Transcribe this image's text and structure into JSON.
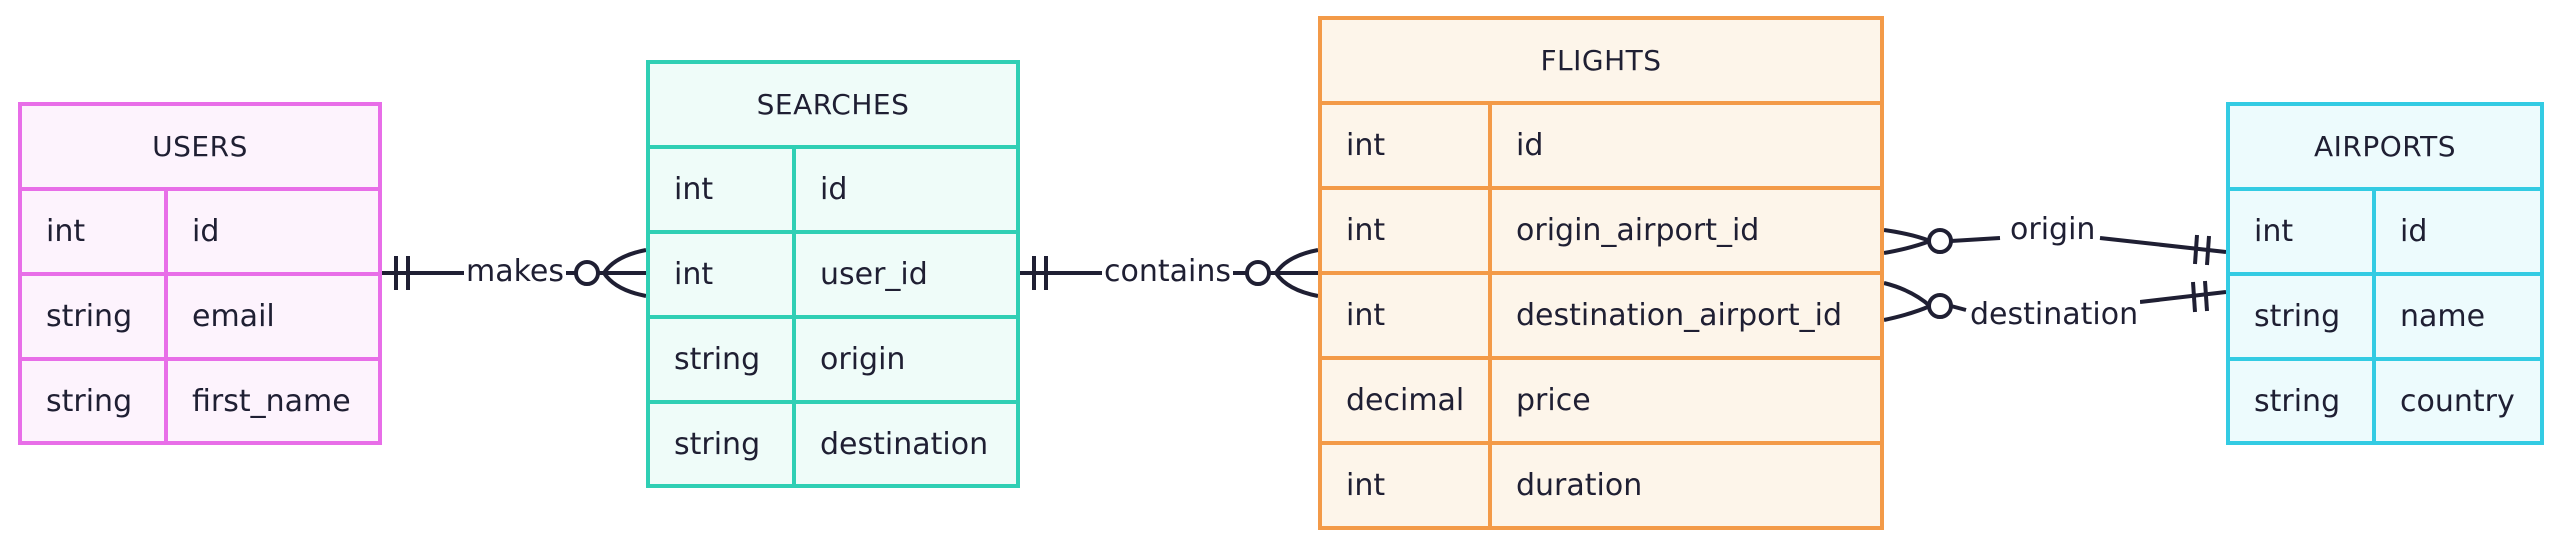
{
  "entities": {
    "users": {
      "title": "USERS",
      "rows": [
        {
          "type": "int",
          "name": "id"
        },
        {
          "type": "string",
          "name": "email"
        },
        {
          "type": "string",
          "name": "first_name"
        }
      ],
      "color": "#e86ee8"
    },
    "searches": {
      "title": "SEARCHES",
      "rows": [
        {
          "type": "int",
          "name": "id"
        },
        {
          "type": "int",
          "name": "user_id"
        },
        {
          "type": "string",
          "name": "origin"
        },
        {
          "type": "string",
          "name": "destination"
        }
      ],
      "color": "#2fcfb4"
    },
    "flights": {
      "title": "FLIGHTS",
      "rows": [
        {
          "type": "int",
          "name": "id"
        },
        {
          "type": "int",
          "name": "origin_airport_id"
        },
        {
          "type": "int",
          "name": "destination_airport_id"
        },
        {
          "type": "decimal",
          "name": "price"
        },
        {
          "type": "int",
          "name": "duration"
        }
      ],
      "color": "#f39a48"
    },
    "airports": {
      "title": "AIRPORTS",
      "rows": [
        {
          "type": "int",
          "name": "id"
        },
        {
          "type": "string",
          "name": "name"
        },
        {
          "type": "string",
          "name": "country"
        }
      ],
      "color": "#33cbe3"
    }
  },
  "relationships": {
    "makes": "makes",
    "contains": "contains",
    "origin": "origin",
    "destination": "destination"
  }
}
